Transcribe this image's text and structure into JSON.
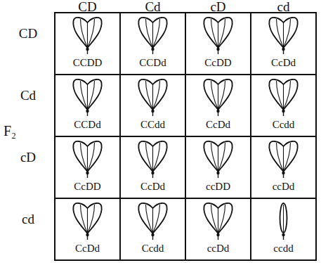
{
  "diagram": {
    "labels": [
      "CD",
      "Cd",
      "cD",
      "cd",
      "CD",
      "CCDD",
      "CCDd",
      "CcDD",
      "CcDd",
      "Cd",
      "CCDd",
      "CCdd",
      "CcDd",
      "Ccdd",
      "F₂",
      "cD",
      "CcDD",
      "CcDd",
      "ccDD",
      "ccDd",
      "cd",
      "CcDd",
      "Ccdd",
      "ccDd",
      "ccdd"
    ]
  }
}
